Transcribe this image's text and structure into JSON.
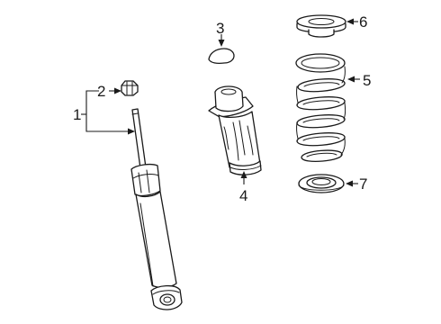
{
  "callouts": [
    {
      "id": "1",
      "label": "1"
    },
    {
      "id": "2",
      "label": "2"
    },
    {
      "id": "3",
      "label": "3"
    },
    {
      "id": "4",
      "label": "4"
    },
    {
      "id": "5",
      "label": "5"
    },
    {
      "id": "6",
      "label": "6"
    },
    {
      "id": "7",
      "label": "7"
    }
  ],
  "parts": [
    {
      "callout": "1",
      "icon": "shock-absorber-icon"
    },
    {
      "callout": "2",
      "icon": "nut-icon"
    },
    {
      "callout": "3",
      "icon": "bump-cap-icon"
    },
    {
      "callout": "4",
      "icon": "dust-boot-bumper-icon"
    },
    {
      "callout": "5",
      "icon": "coil-spring-icon"
    },
    {
      "callout": "6",
      "icon": "upper-spring-insulator-icon"
    },
    {
      "callout": "7",
      "icon": "lower-spring-insulator-icon"
    }
  ],
  "colors": {
    "line": "#1a1a1a",
    "background": "#ffffff"
  }
}
